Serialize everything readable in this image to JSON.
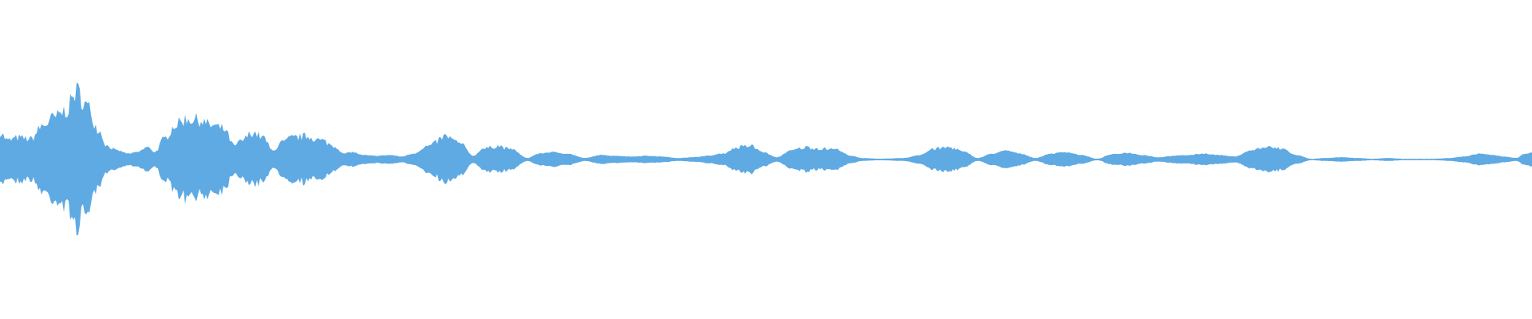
{
  "waveform": {
    "color": "#5FAAE3",
    "background": "#FFFFFF",
    "amplitude_envelope": [
      [
        0.0,
        0.4
      ],
      [
        0.005,
        0.28
      ],
      [
        0.012,
        0.32
      ],
      [
        0.02,
        0.3
      ],
      [
        0.028,
        0.5
      ],
      [
        0.036,
        0.62
      ],
      [
        0.043,
        0.72
      ],
      [
        0.05,
        1.0
      ],
      [
        0.057,
        0.78
      ],
      [
        0.064,
        0.45
      ],
      [
        0.07,
        0.2
      ],
      [
        0.077,
        0.12
      ],
      [
        0.084,
        0.08
      ],
      [
        0.09,
        0.1
      ],
      [
        0.096,
        0.18
      ],
      [
        0.101,
        0.1
      ],
      [
        0.107,
        0.3
      ],
      [
        0.115,
        0.52
      ],
      [
        0.122,
        0.6
      ],
      [
        0.13,
        0.58
      ],
      [
        0.138,
        0.5
      ],
      [
        0.146,
        0.45
      ],
      [
        0.153,
        0.2
      ],
      [
        0.158,
        0.28
      ],
      [
        0.165,
        0.4
      ],
      [
        0.172,
        0.32
      ],
      [
        0.178,
        0.12
      ],
      [
        0.184,
        0.25
      ],
      [
        0.191,
        0.32
      ],
      [
        0.2,
        0.34
      ],
      [
        0.21,
        0.28
      ],
      [
        0.218,
        0.2
      ],
      [
        0.224,
        0.08
      ],
      [
        0.23,
        0.1
      ],
      [
        0.237,
        0.06
      ],
      [
        0.245,
        0.05
      ],
      [
        0.255,
        0.06
      ],
      [
        0.262,
        0.04
      ],
      [
        0.27,
        0.08
      ],
      [
        0.28,
        0.2
      ],
      [
        0.291,
        0.34
      ],
      [
        0.3,
        0.24
      ],
      [
        0.309,
        0.05
      ],
      [
        0.316,
        0.16
      ],
      [
        0.325,
        0.2
      ],
      [
        0.334,
        0.14
      ],
      [
        0.344,
        0.02
      ],
      [
        0.352,
        0.08
      ],
      [
        0.36,
        0.1
      ],
      [
        0.37,
        0.08
      ],
      [
        0.382,
        0.02
      ],
      [
        0.392,
        0.06
      ],
      [
        0.402,
        0.05
      ],
      [
        0.412,
        0.04
      ],
      [
        0.422,
        0.05
      ],
      [
        0.432,
        0.04
      ],
      [
        0.442,
        0.02
      ],
      [
        0.452,
        0.03
      ],
      [
        0.462,
        0.05
      ],
      [
        0.472,
        0.08
      ],
      [
        0.482,
        0.18
      ],
      [
        0.49,
        0.2
      ],
      [
        0.498,
        0.1
      ],
      [
        0.507,
        0.03
      ],
      [
        0.516,
        0.12
      ],
      [
        0.526,
        0.18
      ],
      [
        0.536,
        0.16
      ],
      [
        0.546,
        0.14
      ],
      [
        0.555,
        0.05
      ],
      [
        0.563,
        0.02
      ],
      [
        0.575,
        0.01
      ],
      [
        0.59,
        0.02
      ],
      [
        0.6,
        0.06
      ],
      [
        0.611,
        0.16
      ],
      [
        0.62,
        0.18
      ],
      [
        0.63,
        0.1
      ],
      [
        0.638,
        0.02
      ],
      [
        0.648,
        0.08
      ],
      [
        0.657,
        0.12
      ],
      [
        0.666,
        0.08
      ],
      [
        0.676,
        0.02
      ],
      [
        0.686,
        0.08
      ],
      [
        0.696,
        0.1
      ],
      [
        0.706,
        0.06
      ],
      [
        0.716,
        0.01
      ],
      [
        0.726,
        0.07
      ],
      [
        0.736,
        0.09
      ],
      [
        0.746,
        0.06
      ],
      [
        0.756,
        0.03
      ],
      [
        0.766,
        0.05
      ],
      [
        0.776,
        0.06
      ],
      [
        0.786,
        0.08
      ],
      [
        0.796,
        0.06
      ],
      [
        0.806,
        0.04
      ],
      [
        0.816,
        0.12
      ],
      [
        0.826,
        0.18
      ],
      [
        0.836,
        0.16
      ],
      [
        0.846,
        0.06
      ],
      [
        0.856,
        0.01
      ],
      [
        0.866,
        0.02
      ],
      [
        0.876,
        0.03
      ],
      [
        0.886,
        0.02
      ],
      [
        0.896,
        0.01
      ],
      [
        0.906,
        0.02
      ],
      [
        0.916,
        0.01
      ],
      [
        0.926,
        0.01
      ],
      [
        0.936,
        0.01
      ],
      [
        0.946,
        0.02
      ],
      [
        0.956,
        0.04
      ],
      [
        0.966,
        0.08
      ],
      [
        0.974,
        0.06
      ],
      [
        0.982,
        0.04
      ],
      [
        0.99,
        0.02
      ],
      [
        0.995,
        0.08
      ],
      [
        1.0,
        0.09
      ]
    ]
  }
}
